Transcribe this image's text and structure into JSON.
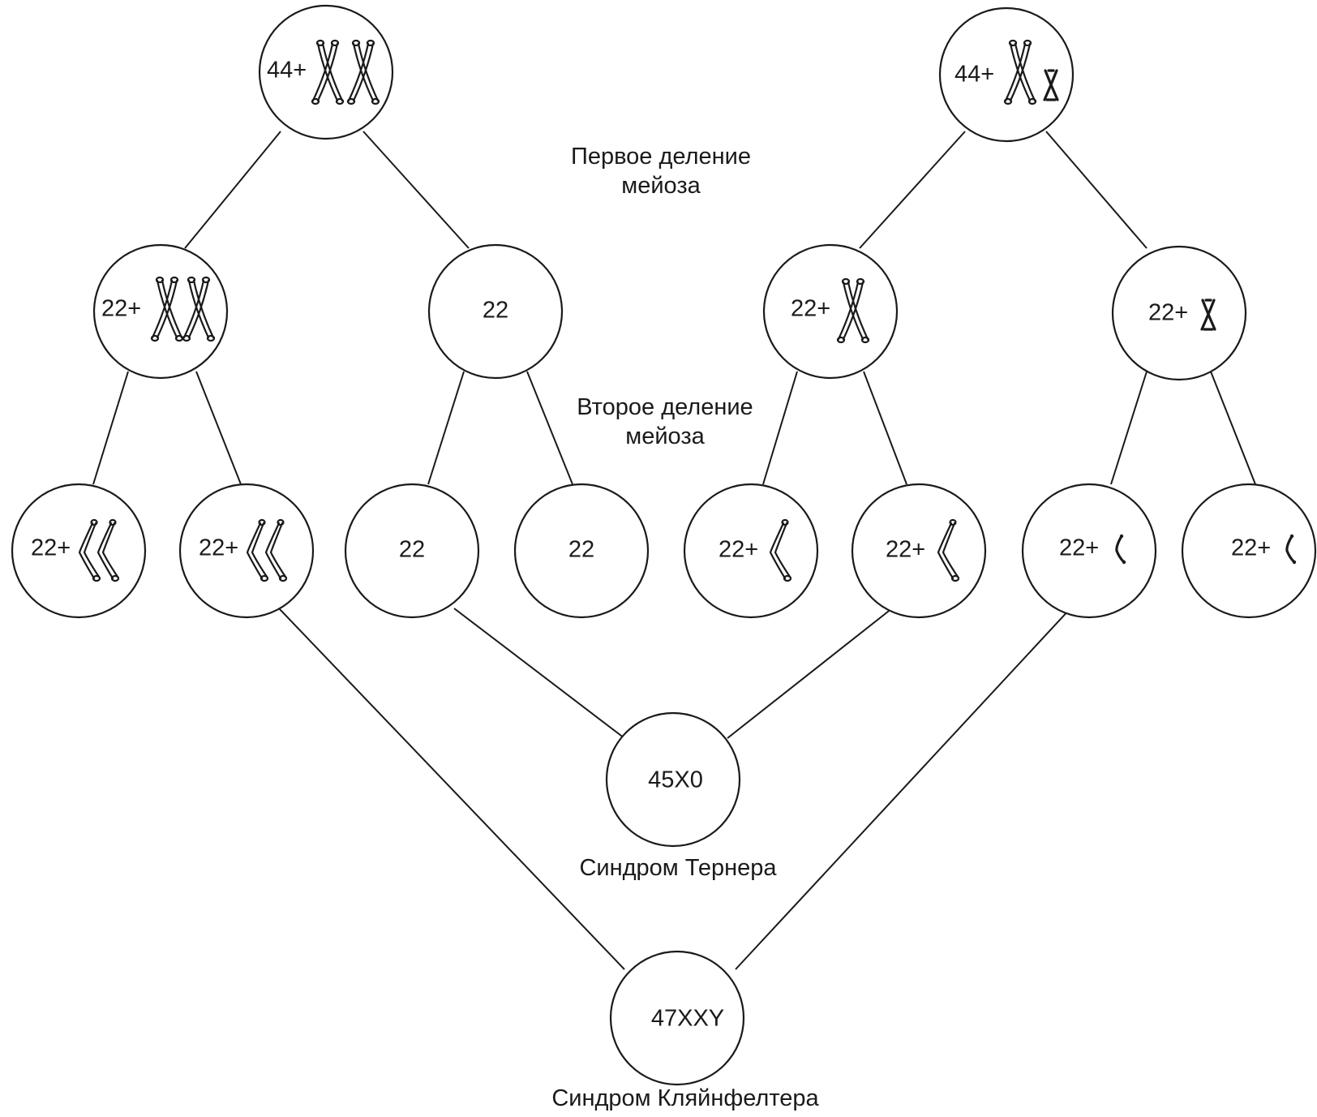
{
  "labels": {
    "first_division_line1": "Первое деление",
    "first_division_line2": "мейоза",
    "second_division_line1": "Второе деление",
    "second_division_line2": "мейоза",
    "turner": "Синдром Тернера",
    "klinefelter": "Синдром Кляйнфелтера"
  },
  "nodes": {
    "female_parent": {
      "label": "44+",
      "chromosomes": "XX (replicated)"
    },
    "male_parent": {
      "label": "44+",
      "chromosomes": "XY (replicated)"
    },
    "female_m1_xx": {
      "label": "22+",
      "chromosomes": "XX"
    },
    "female_m1_none": {
      "label": "22",
      "chromosomes": "none"
    },
    "male_m1_x": {
      "label": "22+",
      "chromosomes": "X"
    },
    "male_m1_y": {
      "label": "22+",
      "chromosomes": "Y"
    },
    "egg_xx_1": {
      "label": "22+",
      "chromosomes": "XX"
    },
    "egg_xx_2": {
      "label": "22+",
      "chromosomes": "XX"
    },
    "egg_none_1": {
      "label": "22",
      "chromosomes": "none"
    },
    "egg_none_2": {
      "label": "22",
      "chromosomes": "none"
    },
    "sperm_x_1": {
      "label": "22+",
      "chromosomes": "X"
    },
    "sperm_x_2": {
      "label": "22+",
      "chromosomes": "X"
    },
    "sperm_y_1": {
      "label": "22+",
      "chromosomes": "Y"
    },
    "sperm_y_2": {
      "label": "22+",
      "chromosomes": "Y"
    },
    "zygote_turner": {
      "label": "45X0"
    },
    "zygote_klinefelter": {
      "label": "47XXY"
    }
  },
  "edges": [
    [
      "female_parent",
      "female_m1_xx"
    ],
    [
      "female_parent",
      "female_m1_none"
    ],
    [
      "male_parent",
      "male_m1_x"
    ],
    [
      "male_parent",
      "male_m1_y"
    ],
    [
      "female_m1_xx",
      "egg_xx_1"
    ],
    [
      "female_m1_xx",
      "egg_xx_2"
    ],
    [
      "female_m1_none",
      "egg_none_1"
    ],
    [
      "female_m1_none",
      "egg_none_2"
    ],
    [
      "male_m1_x",
      "sperm_x_1"
    ],
    [
      "male_m1_x",
      "sperm_x_2"
    ],
    [
      "male_m1_y",
      "sperm_y_1"
    ],
    [
      "male_m1_y",
      "sperm_y_2"
    ],
    [
      "egg_none_1",
      "zygote_turner"
    ],
    [
      "sperm_x_2",
      "zygote_turner"
    ],
    [
      "egg_xx_2",
      "zygote_klinefelter"
    ],
    [
      "sperm_y_1",
      "zygote_klinefelter"
    ]
  ]
}
